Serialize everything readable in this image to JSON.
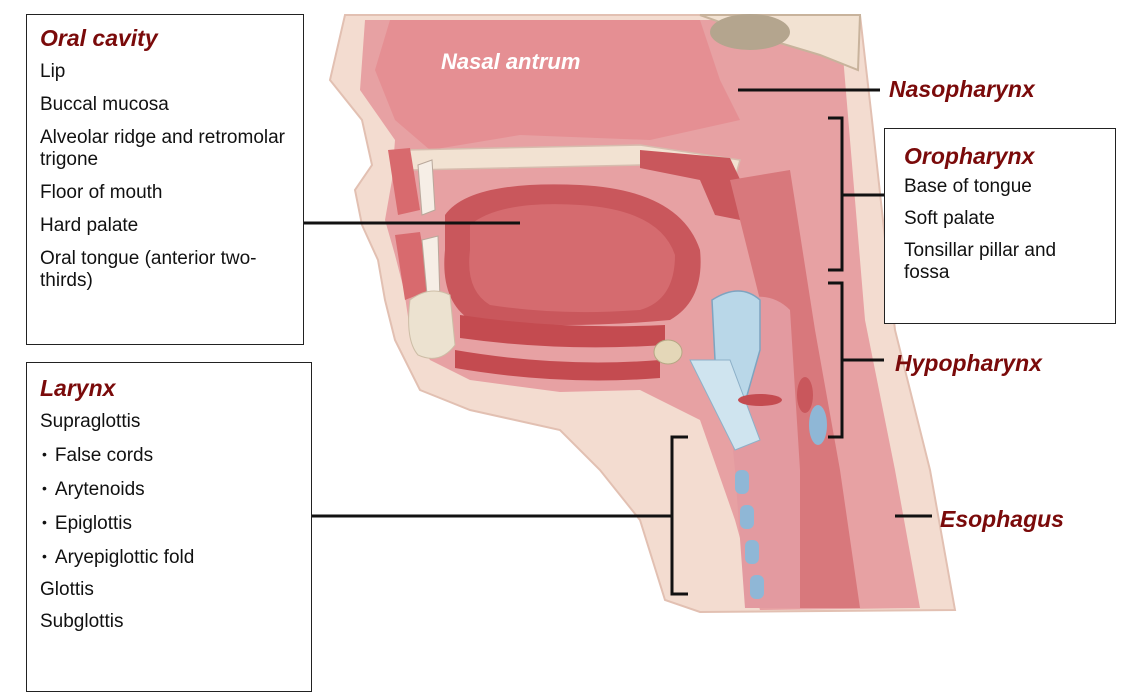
{
  "diagram": {
    "oral_cavity": {
      "title": "Oral cavity",
      "items": [
        "Lip",
        "Buccal mucosa",
        "Alveolar ridge and retromolar trigone",
        "Floor of mouth",
        "Hard palate",
        "Oral tongue (anterior two-thirds)"
      ]
    },
    "larynx": {
      "title": "Larynx",
      "items": [
        {
          "text": "Supraglottis",
          "level": 0
        },
        {
          "text": "False cords",
          "level": 1
        },
        {
          "text": "Arytenoids",
          "level": 1
        },
        {
          "text": "Epiglottis",
          "level": 1
        },
        {
          "text": "Aryepiglottic fold",
          "level": 1
        },
        {
          "text": "Glottis",
          "level": 0
        },
        {
          "text": "Subglottis",
          "level": 0
        }
      ]
    },
    "oropharynx": {
      "title": "Oropharynx",
      "items": [
        "Base of tongue",
        "Soft palate",
        "Tonsillar pillar and fossa"
      ]
    },
    "labels": {
      "nasal_antrum": "Nasal antrum",
      "nasopharynx": "Nasopharynx",
      "hypopharynx": "Hypopharynx",
      "esophagus": "Esophagus"
    },
    "colors": {
      "label_red": "#7a0a0a",
      "tissue_pink": "#e7a1a3",
      "tissue_dark": "#c9575c",
      "skin": "#f3dcd0",
      "cartilage_blue": "#b9d7e8"
    }
  }
}
